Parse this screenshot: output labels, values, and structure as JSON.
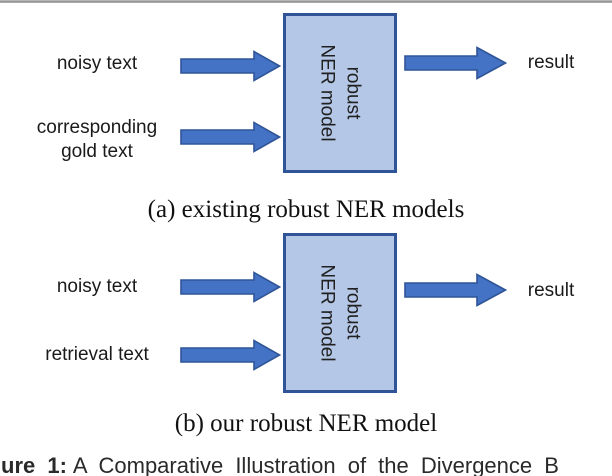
{
  "colors": {
    "arrow_fill": "#4472C4",
    "arrow_stroke": "#2F5597",
    "box_fill": "#B4C7E7",
    "box_border": "#2F5597"
  },
  "panel_a": {
    "input1": "noisy text",
    "input2_line1": "corresponding",
    "input2_line2": "gold text",
    "box_line1": "robust",
    "box_line2": "NER model",
    "output": "result",
    "caption": "(a) existing robust NER models"
  },
  "panel_b": {
    "input1": "noisy text",
    "input2": "retrieval text",
    "box_line1": "robust",
    "box_line2": "NER model",
    "output": "result",
    "caption": "(b) our robust NER model"
  },
  "figure_caption": {
    "label_bold": "ure 1:",
    "text": "A Comparative Illustration of the Divergence B"
  }
}
